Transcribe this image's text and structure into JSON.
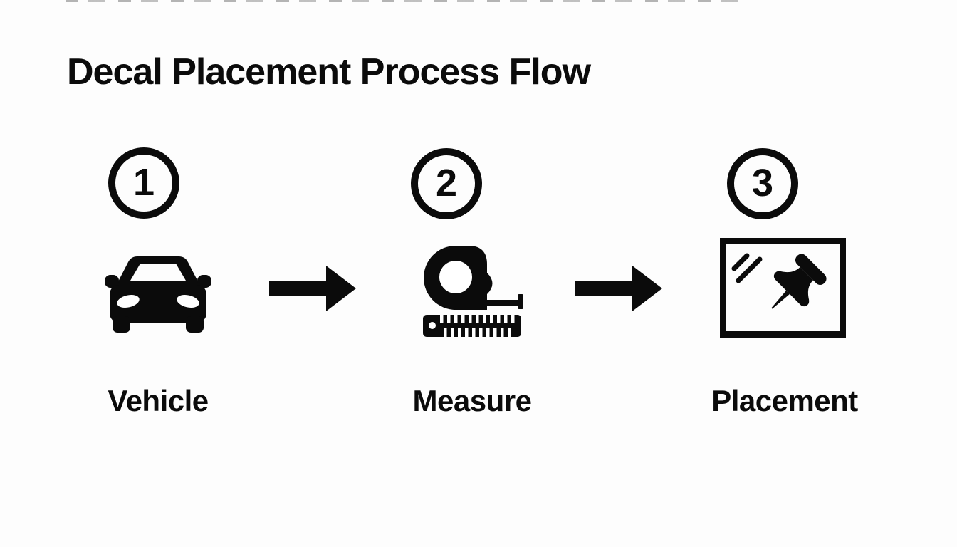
{
  "title": "Decal Placement Process Flow",
  "steps": [
    {
      "number": "1",
      "label": "Vehicle",
      "icon": "car-front-icon"
    },
    {
      "number": "2",
      "label": "Measure",
      "icon": "measuring-tape-icon"
    },
    {
      "number": "3",
      "label": "Placement",
      "icon": "pinned-decal-icon"
    }
  ],
  "connectors": [
    {
      "icon": "arrow-right-icon"
    },
    {
      "icon": "arrow-right-icon"
    }
  ],
  "colors": {
    "ink": "#0b0b0b",
    "background": "#fdfdfd"
  }
}
